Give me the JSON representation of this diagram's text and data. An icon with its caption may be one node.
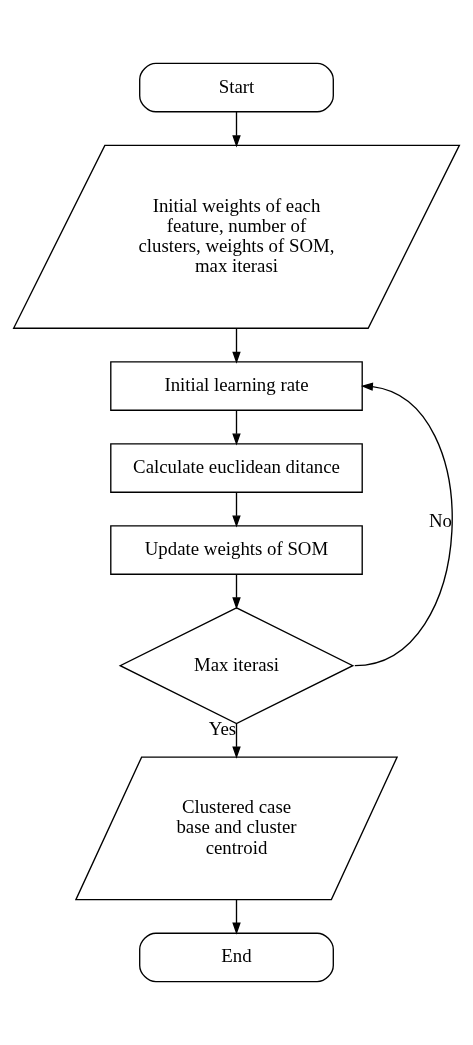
{
  "diagram": {
    "nodes": [
      {
        "text": [
          "Start"
        ]
      },
      {
        "text": [
          "Initial weights of each feature, number of clusters, weights of SOM, max iterasi"
        ]
      },
      {
        "text": [
          "Initial learning rate"
        ]
      },
      {
        "text": [
          "Calculate euclidean ditance"
        ]
      },
      {
        "text": [
          "Update weights of SOM"
        ]
      },
      {
        "text": [
          "Max iterasi"
        ]
      },
      {
        "text": [
          "Clustered case base and cluster centroid"
        ]
      },
      {
        "text": [
          "End"
        ]
      }
    ],
    "edges": [
      {
        "from": 0,
        "to": 1,
        "arrow": "to"
      },
      {
        "from": 1,
        "to": 2,
        "arrow": "to"
      },
      {
        "from": 2,
        "to": 3,
        "arrow": "to"
      },
      {
        "from": 3,
        "to": 4,
        "arrow": "to"
      },
      {
        "from": 4,
        "to": 5,
        "arrow": "to"
      },
      {
        "from": 5,
        "to": 2,
        "arrow": "to",
        "label": "No"
      },
      {
        "from": 5,
        "to": 6,
        "arrow": "to",
        "label": "Yes"
      },
      {
        "from": 6,
        "to": 7,
        "arrow": "to"
      }
    ]
  }
}
